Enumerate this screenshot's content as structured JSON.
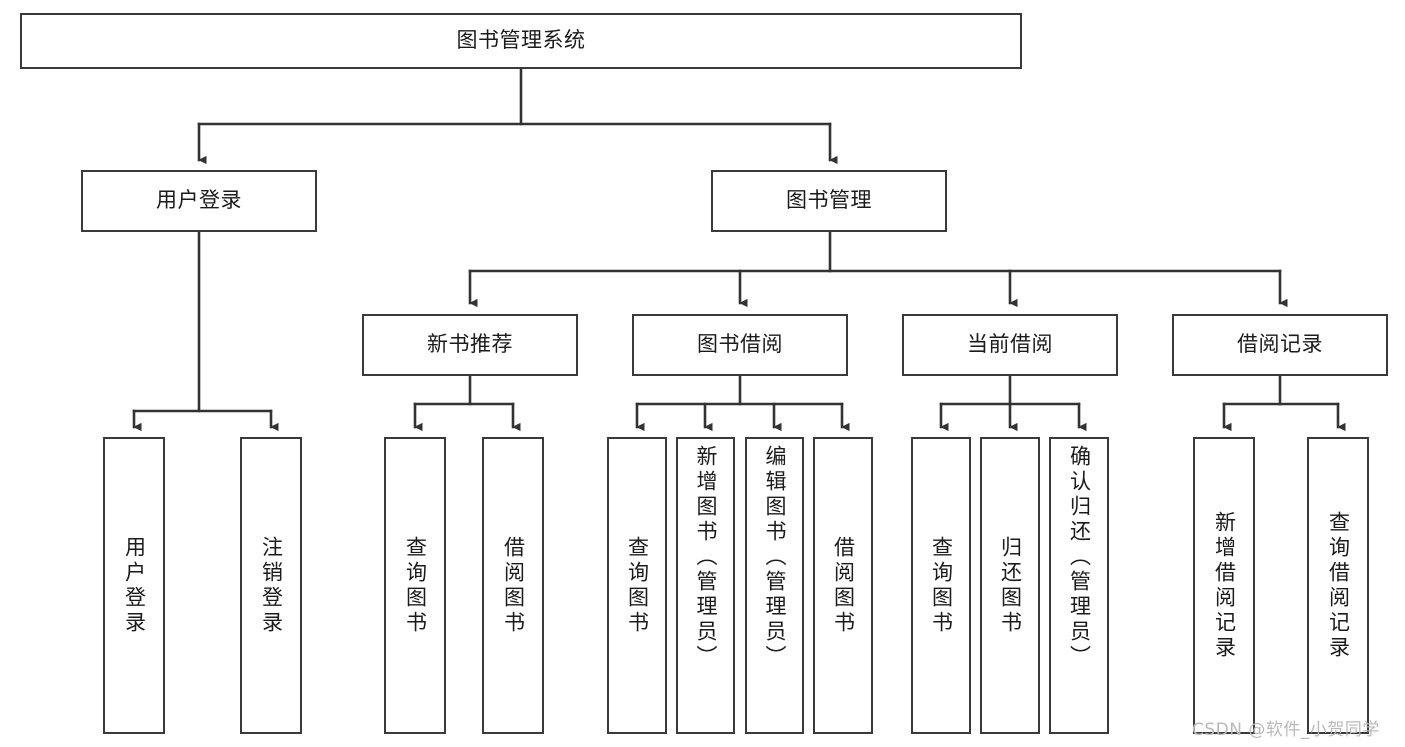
{
  "diagram": {
    "title": "图书管理系统",
    "type": "tree",
    "watermark": "CSDN @软件_小贺同学",
    "colors": {
      "box_border": "#3a3a3a",
      "box_fill": "#ffffff",
      "connector": "#333333",
      "text": "#1b1b1b",
      "watermark": "#b9b9b9"
    },
    "root": {
      "label": "图书管理系统"
    },
    "level2": [
      {
        "label": "用户登录"
      },
      {
        "label": "图书管理"
      }
    ],
    "level3": [
      {
        "label": "新书推荐"
      },
      {
        "label": "图书借阅"
      },
      {
        "label": "当前借阅"
      },
      {
        "label": "借阅记录"
      }
    ],
    "leaves": {
      "user_login": [
        {
          "label": "用户登录"
        },
        {
          "label": "注销登录"
        }
      ],
      "new_book_recommend": [
        {
          "label": "查询图书"
        },
        {
          "label": "借阅图书"
        }
      ],
      "book_borrow": [
        {
          "label": "查询图书"
        },
        {
          "label": "新增图书（管理员）"
        },
        {
          "label": "编辑图书（管理员）"
        },
        {
          "label": "借阅图书"
        }
      ],
      "current_borrow": [
        {
          "label": "查询图书"
        },
        {
          "label": "归还图书"
        },
        {
          "label": "确认归还（管理员）"
        }
      ],
      "borrow_record": [
        {
          "label": "新增借阅记录"
        },
        {
          "label": "查询借阅记录"
        }
      ]
    }
  }
}
